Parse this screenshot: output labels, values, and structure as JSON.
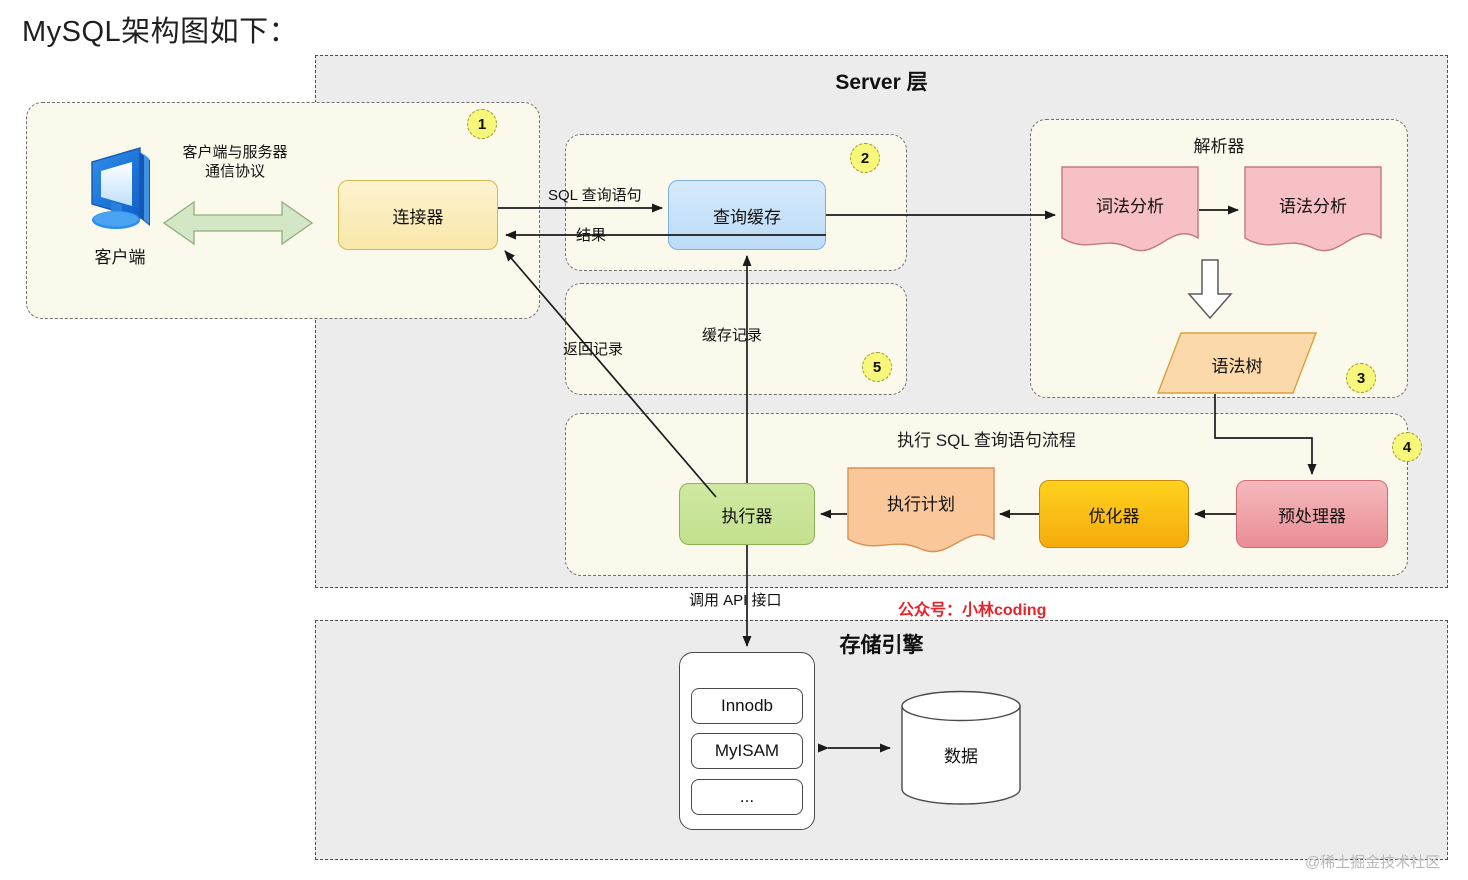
{
  "page": {
    "title": "MySQL架构图如下：",
    "credit": "公众号：小林coding",
    "watermark": "@稀土掘金技术社区"
  },
  "layers": {
    "server": {
      "title": "Server 层"
    },
    "storage": {
      "title": "存储引擎"
    }
  },
  "groups": {
    "client": {
      "badge": "1"
    },
    "cache": {
      "badge": "2"
    },
    "parser": {
      "title": "解析器",
      "badge": "3"
    },
    "execflow": {
      "title": "执行 SQL 查询语句流程",
      "badge": "4"
    },
    "cacherec": {
      "badge": "5"
    }
  },
  "nodes": {
    "client_icon_label": "客户端",
    "connector": "连接器",
    "query_cache": "查询缓存",
    "lexical": "词法分析",
    "syntax": "语法分析",
    "syntax_tree": "语法树",
    "preprocessor": "预处理器",
    "optimizer": "优化器",
    "exec_plan": "执行计划",
    "executor": "执行器",
    "data": "数据"
  },
  "engine": {
    "items": [
      "Innodb",
      "MyISAM",
      "..."
    ]
  },
  "edges": {
    "client_protocol_line1": "客户端与服务器",
    "client_protocol_line2": "通信协议",
    "sql_query": "SQL 查询语句",
    "result": "结果",
    "return_record": "返回记录",
    "cache_record": "缓存记录",
    "call_api": "调用 API 接口"
  },
  "icons": {
    "client": "monitor-icon",
    "data": "database-cylinder-icon",
    "down_arrow": "hollow-down-arrow-icon",
    "protocol": "double-headed-arrow-icon"
  },
  "colors": {
    "layer_bg": "#ececec",
    "group_bg": "#fbf8ec",
    "badge_bg": "#f7f77c",
    "connector": "#f8e7a9",
    "query_cache": "#bcdcf7",
    "parser_box": "#f7c0c4",
    "syntax_tree": "#fcd9ab",
    "preprocessor": "#ea8e95",
    "optimizer": "#f5ab0b",
    "exec_plan": "#fac79a",
    "executor": "#c3e08e",
    "credit_red": "#e8242a",
    "arrow": "#1a1a1a",
    "protocol_arrow": "#cfe3c2"
  }
}
